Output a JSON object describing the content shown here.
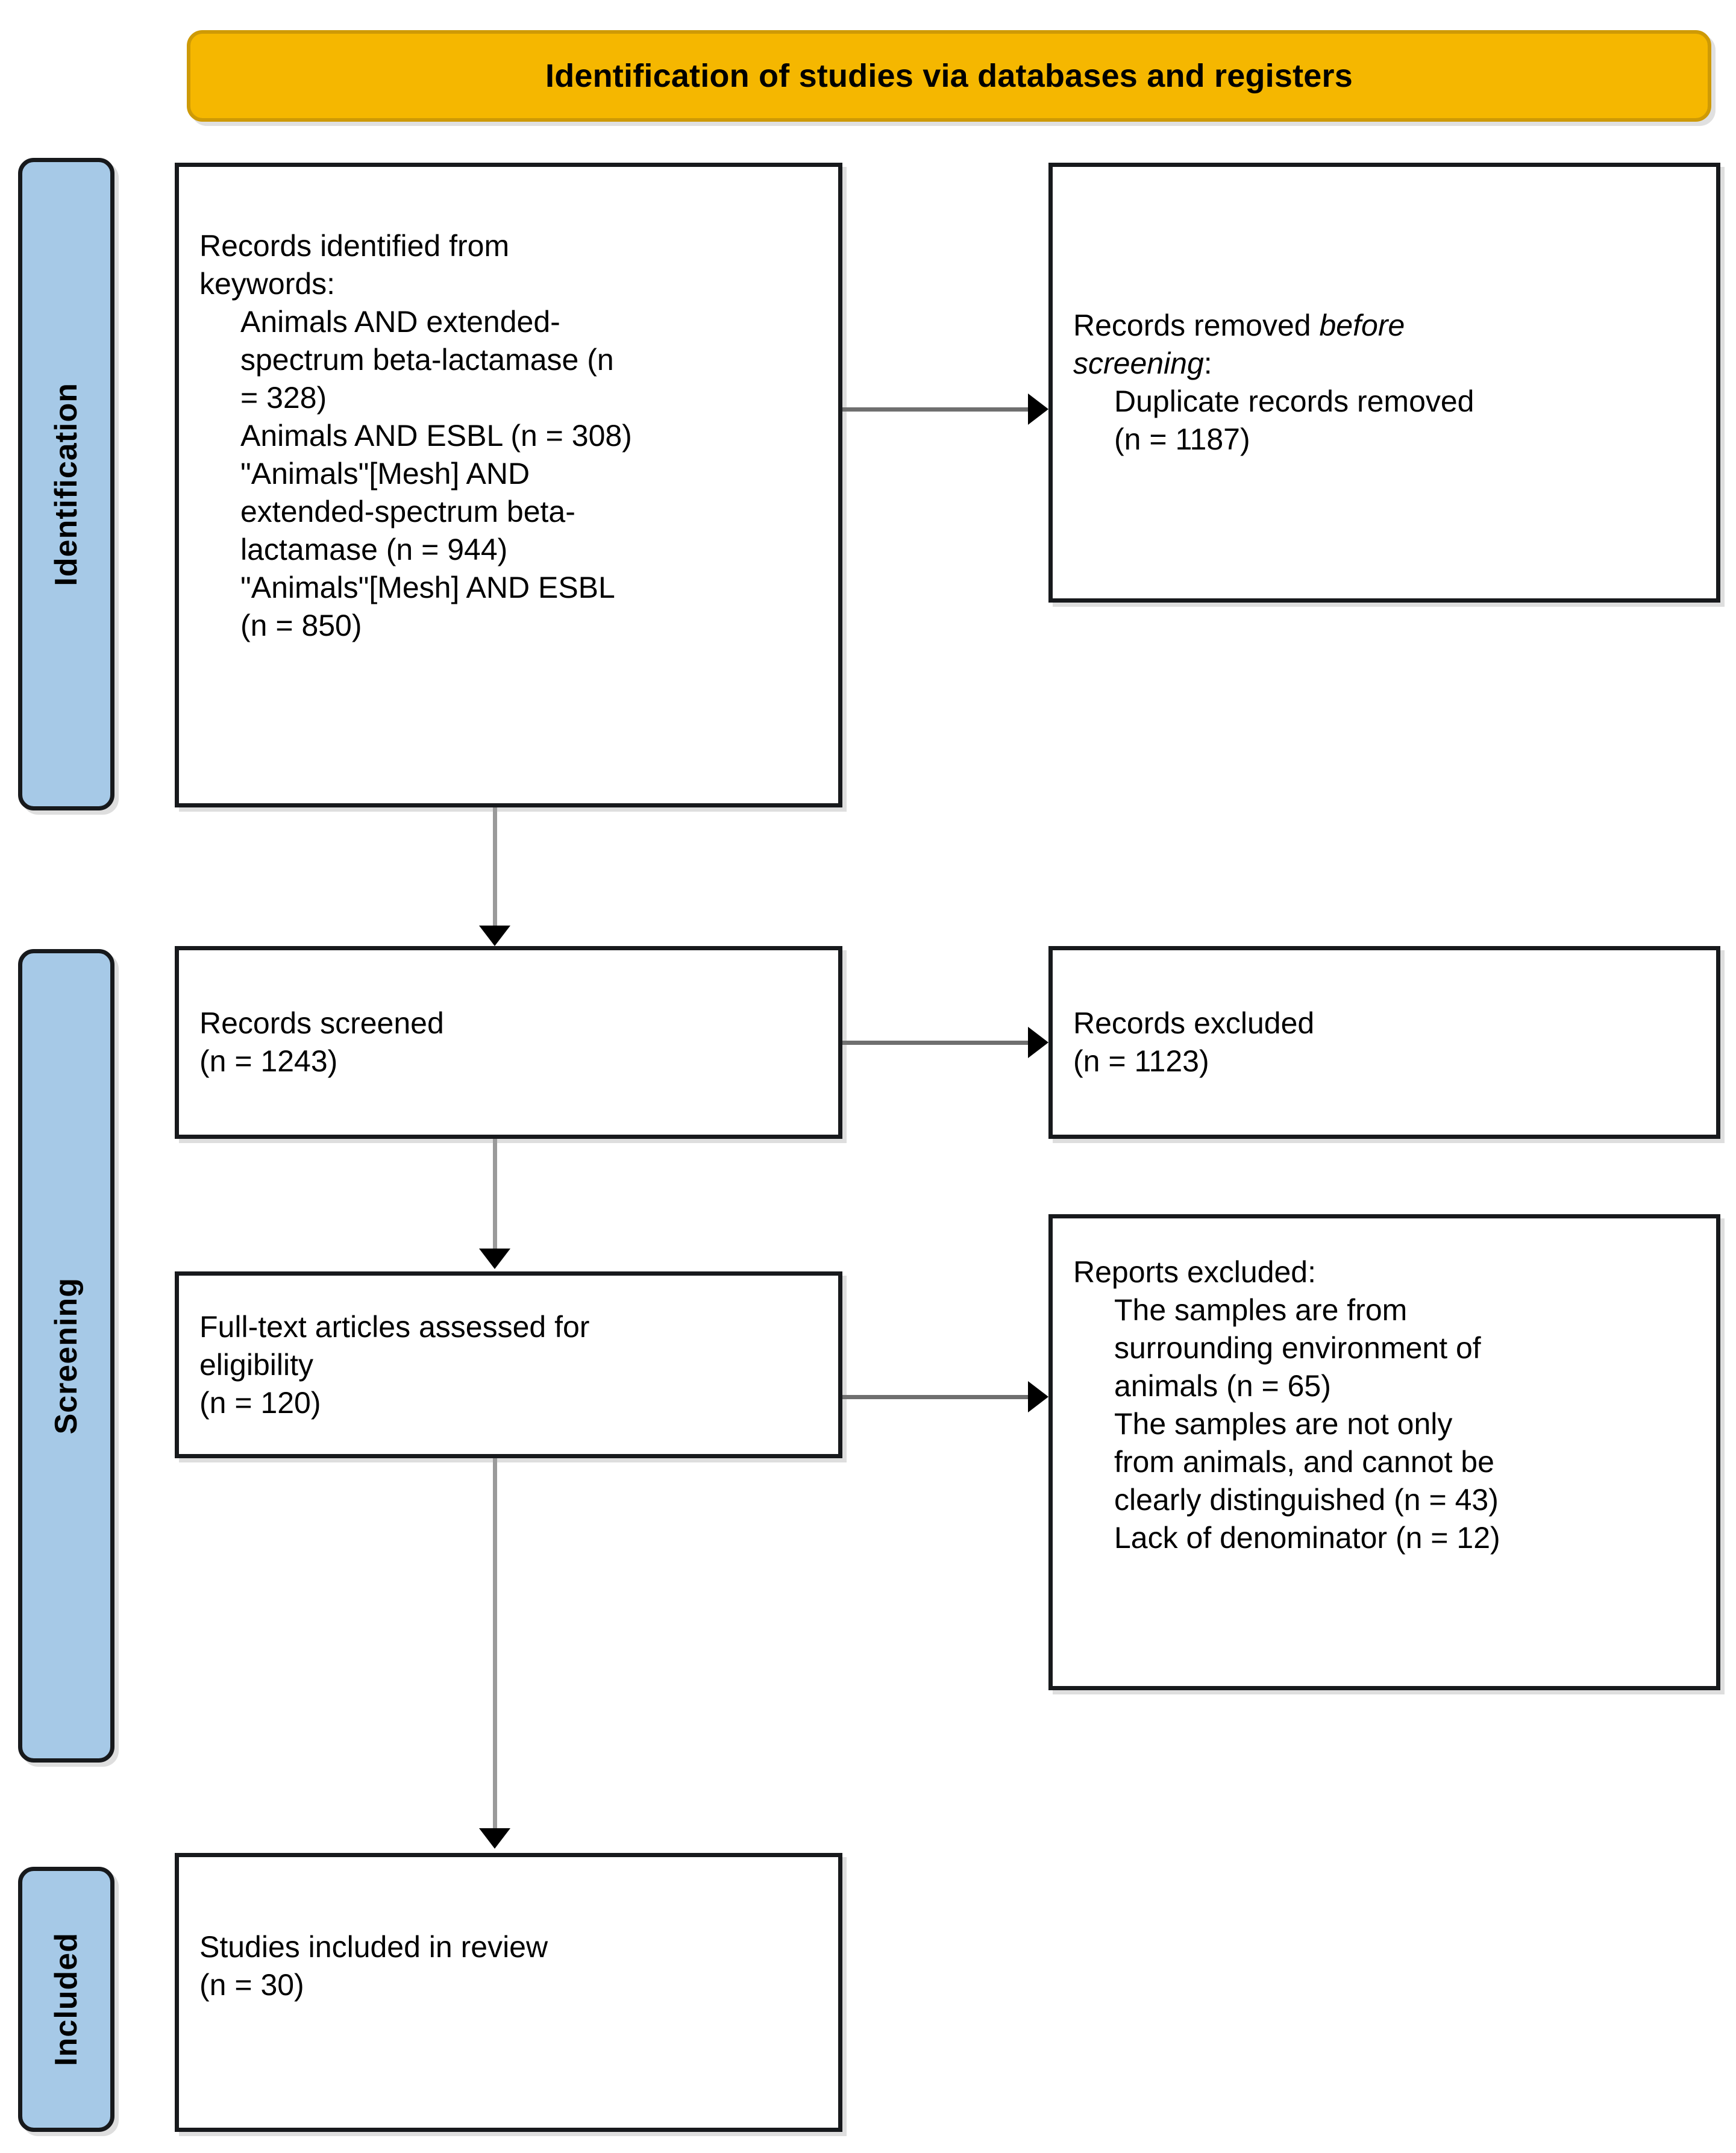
{
  "banner": {
    "title": "Identification of studies via databases and registers"
  },
  "stages": [
    {
      "label": "Identification"
    },
    {
      "label": "Screening"
    },
    {
      "label": "Included"
    }
  ],
  "boxes": {
    "identified": {
      "lines": [
        "Records identified from",
        "keywords:",
        "Animals AND extended-",
        "spectrum beta-lactamase (n",
        "= 328)",
        "Animals AND ESBL (n = 308)",
        "\"Animals\"[Mesh] AND",
        "extended-spectrum beta-",
        "lactamase (n = 944)",
        "\"Animals\"[Mesh] AND ESBL",
        "(n = 850)"
      ]
    },
    "removed": {
      "line1a": "Records removed ",
      "line1b": "before",
      "line2a": "screening",
      "line2b": ":",
      "line3": "Duplicate records removed",
      "line4": "(n = 1187)"
    },
    "screened": {
      "line1": "Records screened",
      "line2": "(n = 1243)"
    },
    "excluded": {
      "line1": "Records excluded",
      "line2": "(n = 1123)"
    },
    "eligibility": {
      "line1": "Full-text articles assessed for",
      "line2": "eligibility",
      "line3": "(n = 120)"
    },
    "reports_excluded": {
      "heading": "Reports excluded:",
      "reasons": [
        "The samples are from",
        "surrounding environment of",
        "animals (n = 65)",
        "The samples are not only",
        "from animals, and cannot be",
        "clearly distinguished (n = 43)",
        "Lack of denominator (n = 12)"
      ]
    },
    "included": {
      "line1": "Studies included in review",
      "line2": "(n = 30)"
    }
  },
  "colors": {
    "banner_fill": "#F5B700",
    "banner_border": "#CE9A06",
    "stage_fill": "#A6C9E7",
    "box_border": "#17191C",
    "connector": "#8A8A8A"
  }
}
